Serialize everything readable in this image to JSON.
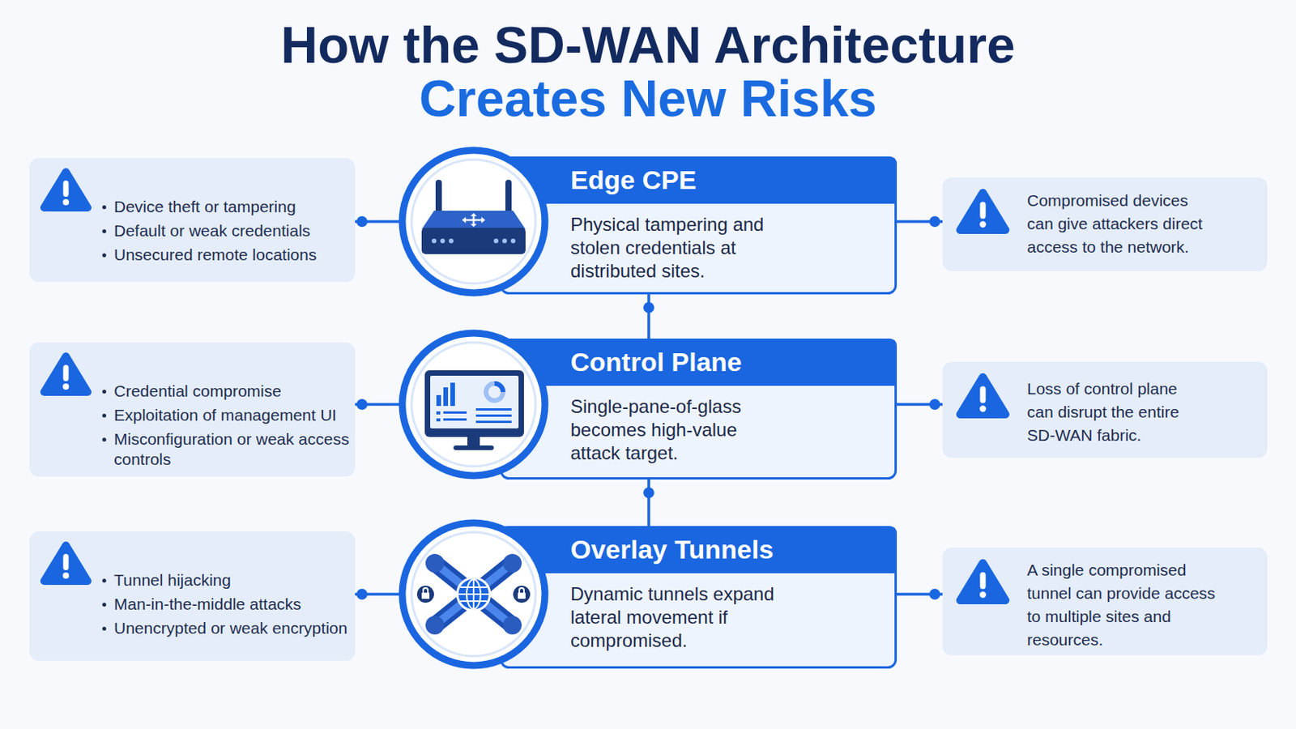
{
  "diagram": {
    "title": "How the SD-WAN Architecture Creates New Risks",
    "nodes": [
      {
        "text": [
          "Device theft or tampering",
          "Default or weak credentials",
          "Unsecured remote locations"
        ]
      },
      {
        "text": [
          "Edge CPE",
          "Physical tampering and stolen credentials at distributed sites."
        ]
      },
      {
        "text": [
          "Compromised devices can give attackers direct access to the network."
        ]
      },
      {
        "text": [
          "Credential compromise",
          "Exploitation of management UI",
          "Misconfiguration or weak access controls"
        ]
      },
      {
        "text": [
          "Control Plane",
          "Single-pane-of-glass becomes high-value attack target."
        ]
      },
      {
        "text": [
          "Loss of control plane can disrupt the entire SD-WAN fabric."
        ]
      },
      {
        "text": [
          "Tunnel hijacking",
          "Man-in-the-middle attacks",
          "Unencrypted or weak encryption"
        ]
      },
      {
        "text": [
          "Overlay Tunnels",
          "Dynamic tunnels expand lateral movement if compromised."
        ]
      },
      {
        "text": [
          "A single compromised tunnel can provide access to multiple sites and resources."
        ]
      }
    ],
    "edges": [
      {
        "from": 0,
        "to": 1,
        "arrow": "none"
      },
      {
        "from": 1,
        "to": 2,
        "arrow": "none"
      },
      {
        "from": 1,
        "to": 4,
        "arrow": "none"
      },
      {
        "from": 3,
        "to": 4,
        "arrow": "none"
      },
      {
        "from": 4,
        "to": 5,
        "arrow": "none"
      },
      {
        "from": 4,
        "to": 7,
        "arrow": "none"
      },
      {
        "from": 6,
        "to": 7,
        "arrow": "none"
      },
      {
        "from": 7,
        "to": 8,
        "arrow": "none"
      }
    ]
  }
}
